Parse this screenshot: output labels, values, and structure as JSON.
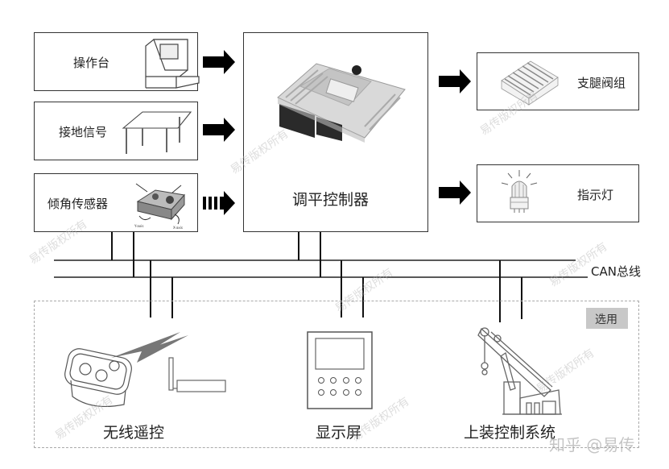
{
  "inputs": [
    {
      "label": "操作台",
      "icon": "console-icon",
      "arrow": "solid"
    },
    {
      "label": "接地信号",
      "icon": "outrigger-table-icon",
      "arrow": "solid"
    },
    {
      "label": "倾角传感器",
      "icon": "tilt-sensor-icon",
      "arrow": "dashed",
      "axis_labels": [
        "Y-axis",
        "X-axis"
      ]
    }
  ],
  "controller": {
    "label": "调平控制器",
    "icon": "ecu-controller-icon"
  },
  "outputs": [
    {
      "label": "支腿阀组",
      "icon": "valve-block-icon"
    },
    {
      "label": "指示灯",
      "icon": "warning-light-icon"
    }
  ],
  "bus": {
    "label": "CAN总线"
  },
  "optional": {
    "badge": "选用",
    "items": [
      {
        "label": "无线遥控",
        "icon": "wireless-remote-icon"
      },
      {
        "label": "显示屏",
        "icon": "display-screen-icon"
      },
      {
        "label": "上装控制系统",
        "icon": "crane-icon"
      }
    ]
  },
  "watermarks": {
    "text": "易传版权所有",
    "credit": "知乎 @易传"
  },
  "colors": {
    "line": "#222222",
    "border": "#333333",
    "dash": "#aaaaaa",
    "badge_bg": "#c8c8c8"
  }
}
